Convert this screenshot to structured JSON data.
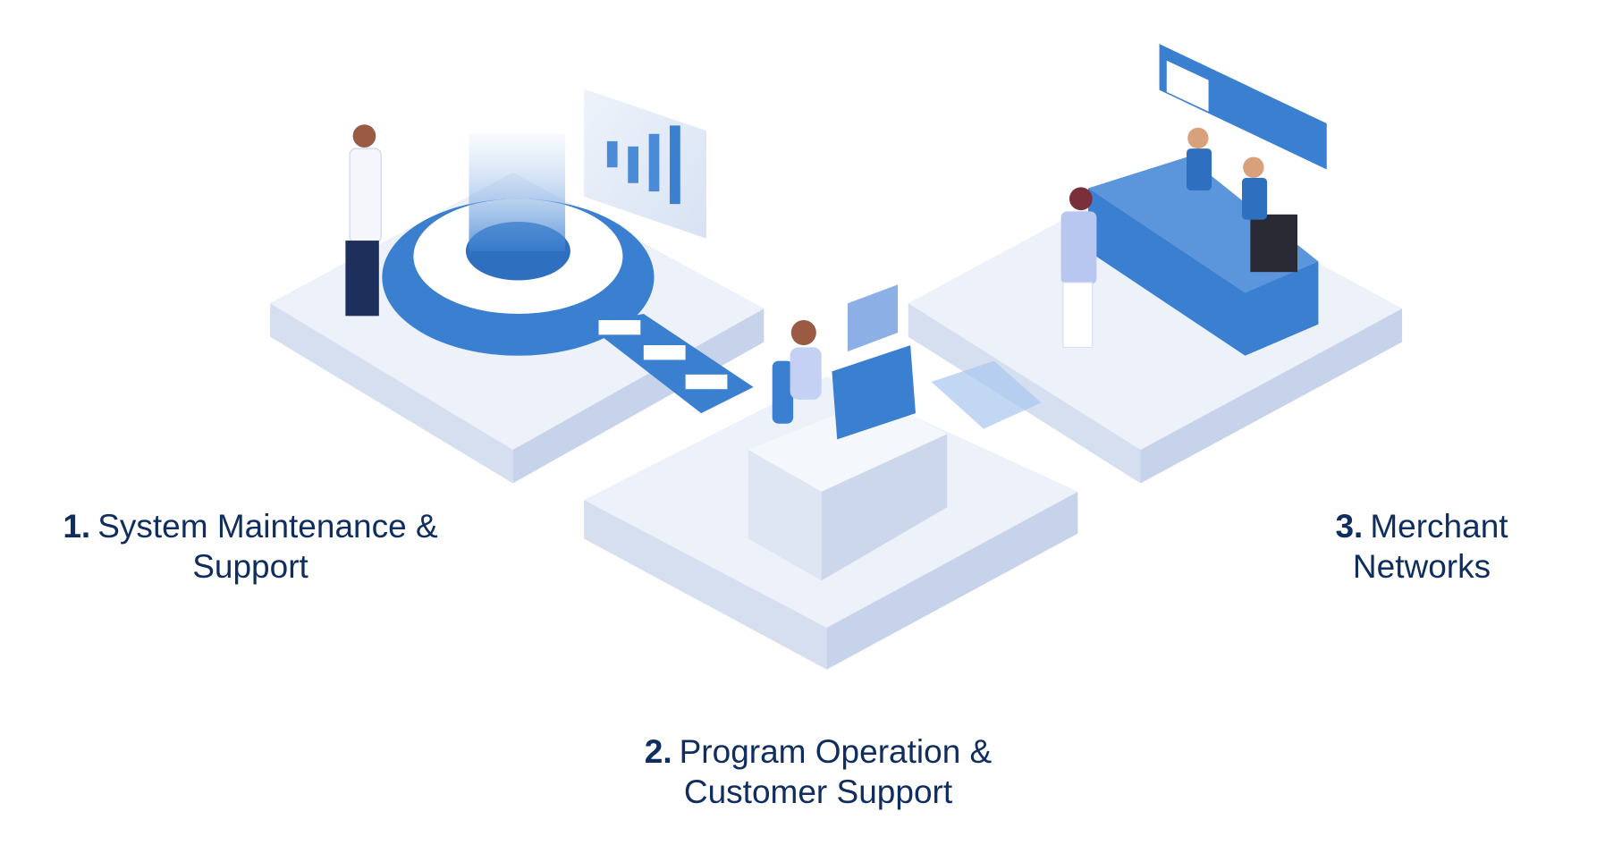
{
  "steps": [
    {
      "number": "1.",
      "title": "System Maintenance & Support"
    },
    {
      "number": "2.",
      "title": "Program Operation & Customer Support"
    },
    {
      "number": "3.",
      "title": "Merchant Networks"
    }
  ],
  "colors": {
    "text": "#0f2d5e",
    "accent": "#3a7fd0",
    "platform": "#e9eef8"
  }
}
